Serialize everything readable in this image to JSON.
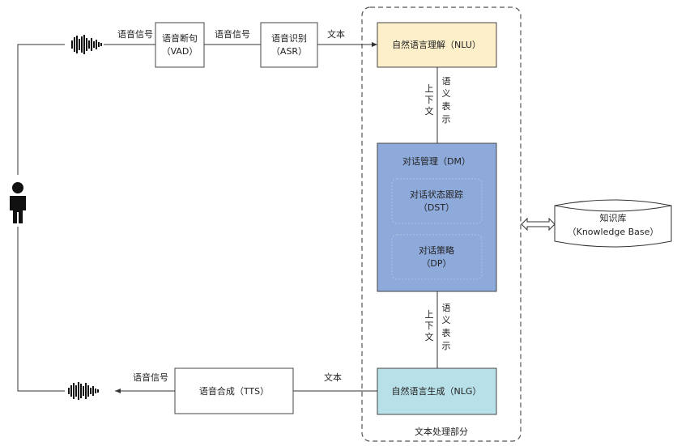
{
  "nodes": {
    "vad": {
      "line1": "语音断句",
      "line2": "（VAD）"
    },
    "asr": {
      "line1": "语音识别",
      "line2": "（ASR）"
    },
    "nlu": {
      "label": "自然语言理解（NLU）"
    },
    "dm": {
      "label": "对话管理（DM）"
    },
    "dst": {
      "line1": "对话状态跟踪",
      "line2": "（DST）"
    },
    "dp": {
      "line1": "对话策略",
      "line2": "（DP）"
    },
    "nlg": {
      "label": "自然语言生成（NLG）"
    },
    "tts": {
      "label": "语音合成（TTS）"
    },
    "kb": {
      "line1": "知识库",
      "line2": "（Knowledge Base）"
    }
  },
  "edges": {
    "speech_signal": "语音信号",
    "text": "文本",
    "context": [
      "上",
      "下",
      "文"
    ],
    "semantic": [
      "语",
      "义",
      "表",
      "示"
    ]
  },
  "group": {
    "label": "文本处理部分"
  },
  "colors": {
    "nlu_fill": "#fcefc9",
    "dm_fill": "#8eaadb",
    "nlg_fill": "#b8e0e8",
    "box_fill": "#ffffff"
  },
  "icons": {
    "user": "person-icon",
    "waveform": "soundwave-icon"
  }
}
